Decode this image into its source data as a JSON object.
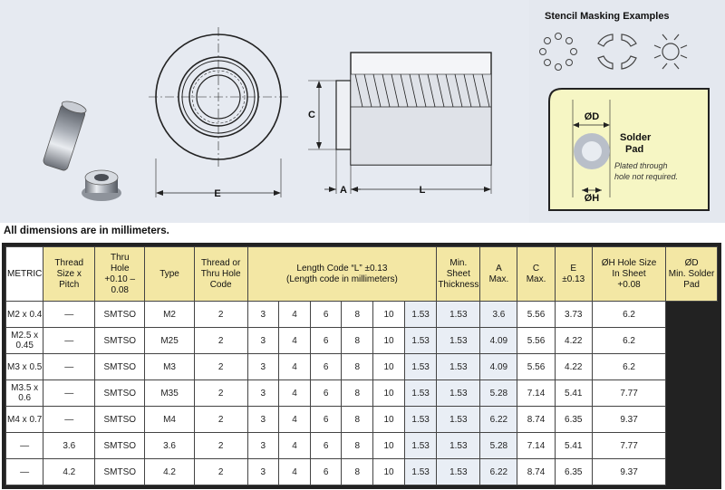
{
  "figure": {
    "labels": {
      "c": "C",
      "e": "E",
      "a": "A",
      "l": "L"
    },
    "stencil": {
      "title": "Stencil Masking Examples",
      "od_label": "ØD",
      "oh_label": "ØH",
      "solder_pad": [
        "Solder",
        "Pad"
      ],
      "plated_note": [
        "Plated through",
        "hole not required."
      ]
    }
  },
  "note": "All dimensions are in millimeters.",
  "table": {
    "side_label": "METRIC",
    "headers": {
      "thread": [
        "Thread",
        "Size x",
        "Pitch"
      ],
      "thru_hole": [
        "Thru",
        "Hole",
        "+0.10 –0.08"
      ],
      "type": [
        "Type"
      ],
      "thread_code": [
        "Thread or",
        "Thru Hole",
        "Code"
      ],
      "length_code": [
        "Length Code “L” ±0.13",
        "(Length code in millimeters)"
      ],
      "min_sheet": [
        "Min.",
        "Sheet",
        "Thickness"
      ],
      "a": [
        "A",
        "Max."
      ],
      "c": [
        "C",
        "Max."
      ],
      "e": [
        "E",
        "±0.13"
      ],
      "oh": [
        "ØH  Hole Size",
        "In Sheet",
        "+0.08"
      ],
      "od": [
        "ØD",
        "Min. Solder",
        "Pad"
      ]
    },
    "rows": [
      [
        "M2 x 0.4",
        "—",
        "SMTSO",
        "M2",
        "2",
        "3",
        "4",
        "6",
        "8",
        "10",
        "1.53",
        "1.53",
        "3.6",
        "5.56",
        "3.73",
        "6.2"
      ],
      [
        "M2.5 x 0.45",
        "—",
        "SMTSO",
        "M25",
        "2",
        "3",
        "4",
        "6",
        "8",
        "10",
        "1.53",
        "1.53",
        "4.09",
        "5.56",
        "4.22",
        "6.2"
      ],
      [
        "M3 x 0.5",
        "—",
        "SMTSO",
        "M3",
        "2",
        "3",
        "4",
        "6",
        "8",
        "10",
        "1.53",
        "1.53",
        "4.09",
        "5.56",
        "4.22",
        "6.2"
      ],
      [
        "M3.5 x 0.6",
        "—",
        "SMTSO",
        "M35",
        "2",
        "3",
        "4",
        "6",
        "8",
        "10",
        "1.53",
        "1.53",
        "5.28",
        "7.14",
        "5.41",
        "7.77"
      ],
      [
        "M4 x 0.7",
        "—",
        "SMTSO",
        "M4",
        "2",
        "3",
        "4",
        "6",
        "8",
        "10",
        "1.53",
        "1.53",
        "6.22",
        "8.74",
        "6.35",
        "9.37"
      ],
      [
        "—",
        "3.6",
        "SMTSO",
        "3.6",
        "2",
        "3",
        "4",
        "6",
        "8",
        "10",
        "1.53",
        "1.53",
        "5.28",
        "7.14",
        "5.41",
        "7.77"
      ],
      [
        "—",
        "4.2",
        "SMTSO",
        "4.2",
        "2",
        "3",
        "4",
        "6",
        "8",
        "10",
        "1.53",
        "1.53",
        "6.22",
        "8.74",
        "6.35",
        "9.37"
      ]
    ]
  }
}
